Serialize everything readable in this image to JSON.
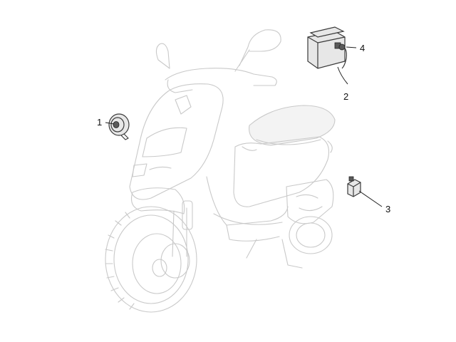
{
  "diagram": {
    "callouts": [
      {
        "id": "horn",
        "label": "1"
      },
      {
        "id": "battery",
        "label": "2"
      },
      {
        "id": "relay",
        "label": "3"
      },
      {
        "id": "battery-terminal",
        "label": "4"
      }
    ]
  }
}
